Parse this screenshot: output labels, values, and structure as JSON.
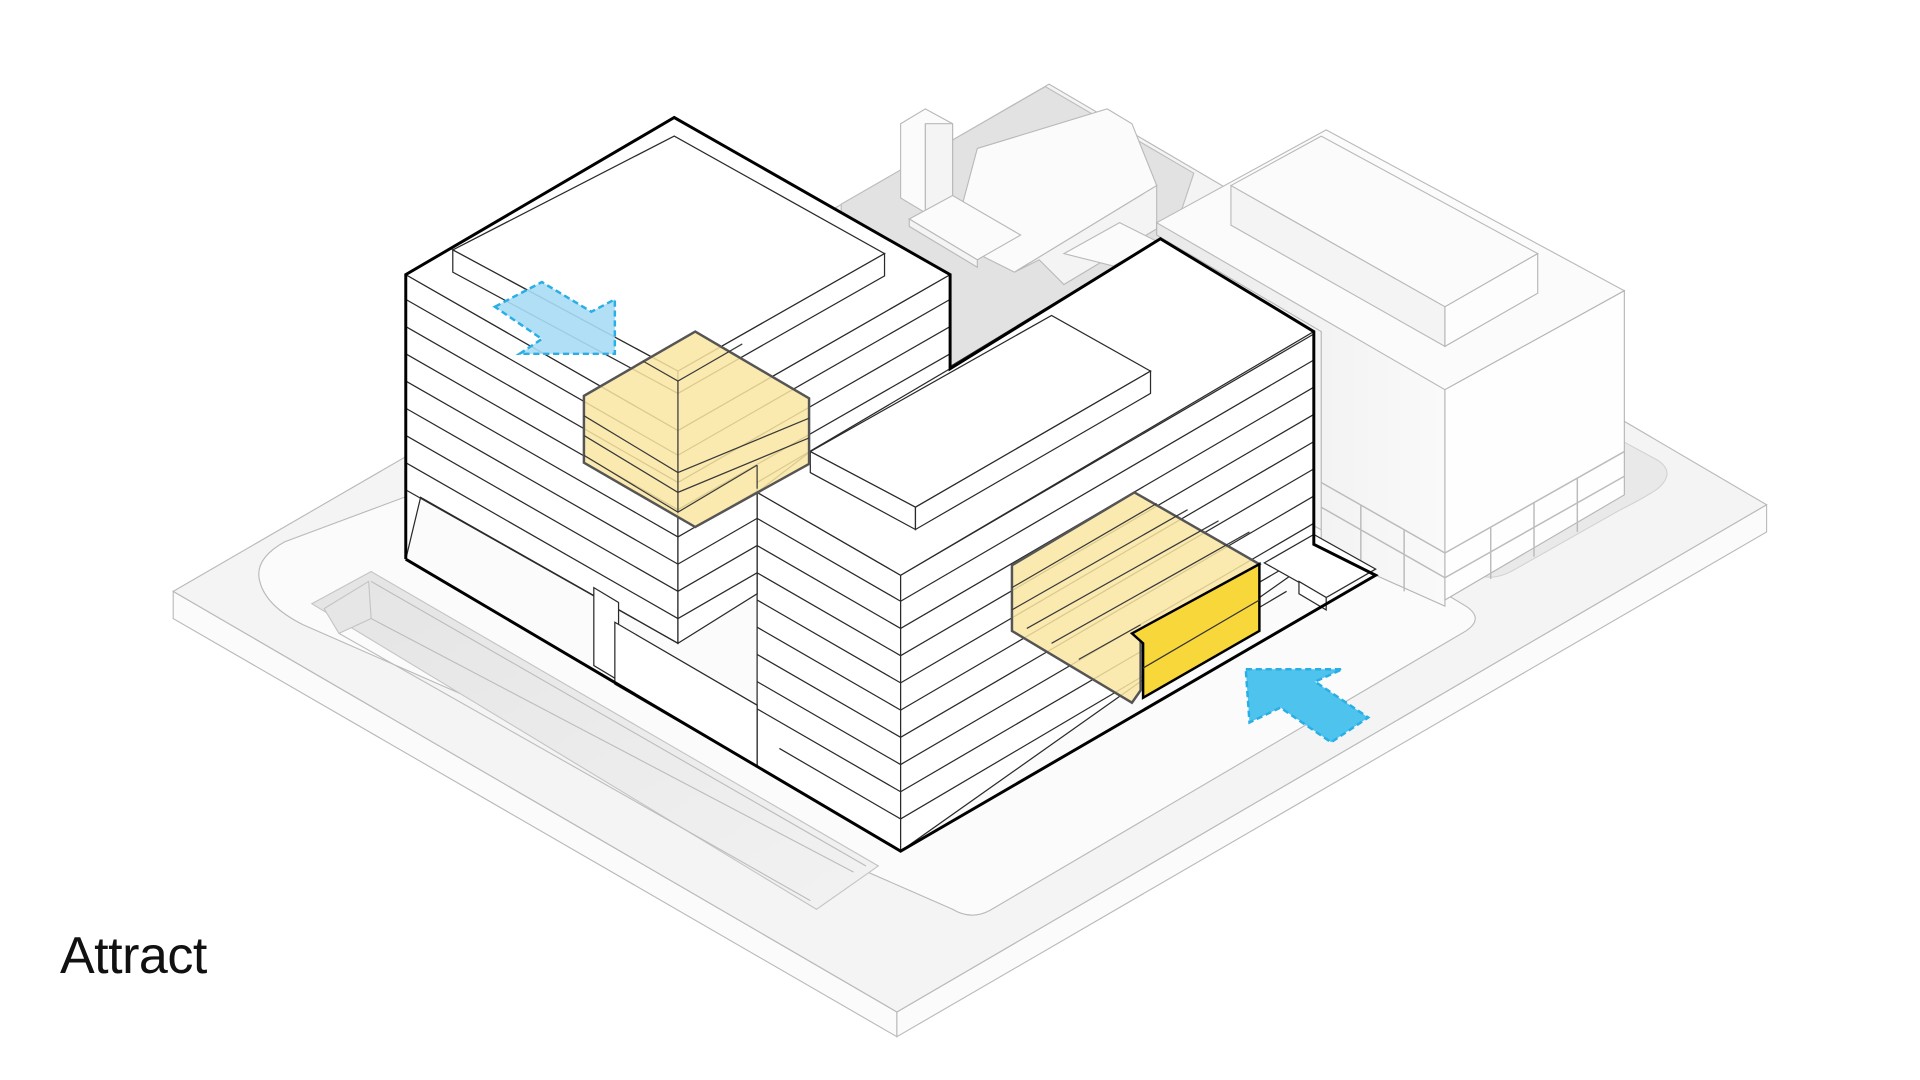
{
  "caption": "Attract",
  "diagram": {
    "type": "axonometric building massing",
    "elements": [
      {
        "name": "site-slab",
        "description": "Light grey site base"
      },
      {
        "name": "left-tower",
        "description": "Left building mass with floor lines"
      },
      {
        "name": "right-tower",
        "description": "Right building mass with floor lines"
      },
      {
        "name": "upper-program-box",
        "description": "Light yellow highlighted volume on left tower"
      },
      {
        "name": "ground-program-box",
        "description": "Yellow highlighted volume at street level on right tower"
      },
      {
        "name": "entry-arrow-upper",
        "description": "Light blue dashed arrow pointing into upper box"
      },
      {
        "name": "entry-arrow-ground",
        "description": "Blue dashed arrow pointing into ground box"
      },
      {
        "name": "neighbor-building-right",
        "description": "Grey context building with pilotis"
      },
      {
        "name": "neighbor-buildings-rear",
        "description": "Grey context buildings behind"
      },
      {
        "name": "sunken-ramp",
        "description": "Sloped trench along front edge of site"
      }
    ]
  },
  "colors": {
    "highlight_light": "#f9e6a2",
    "highlight_strong": "#f8d73a",
    "arrow_light_fill": "#a8dcf4",
    "arrow_strong_fill": "#4dc3ee",
    "arrow_stroke": "#29aee6",
    "context_grey": "#f2f2f2",
    "outline": "#000000"
  }
}
